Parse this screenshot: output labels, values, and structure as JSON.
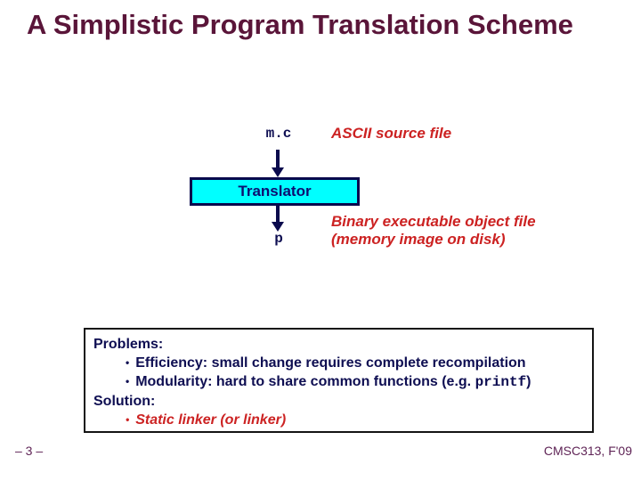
{
  "slide": {
    "title": "A Simplistic Program Translation Scheme",
    "footer_left": "– 3 –",
    "footer_right": "CMSC313, F'09"
  },
  "diagram": {
    "source_label": "m.c",
    "source_caption": "ASCII source file",
    "translator_label": "Translator",
    "output_label": "p",
    "output_caption_line1": "Binary executable object file",
    "output_caption_line2": "(memory image on disk)"
  },
  "notes_box": {
    "bullet_char": "•",
    "heading_problems": "Problems:",
    "bullet_efficiency": "Efficiency: small change requires complete recompilation",
    "bullet_modularity_pre": "Modularity: hard to share common functions (e.g. ",
    "bullet_modularity_code": "printf",
    "bullet_modularity_post": ")",
    "heading_solution": "Solution:",
    "bullet_solution": "Static linker (or linker)"
  },
  "colors": {
    "title_maroon": "#5a1539",
    "navy_text": "#0e0e52",
    "accent_red": "#cc2222",
    "box_cyan": "#00ffff",
    "arrow_navy": "#0a0a4d"
  }
}
